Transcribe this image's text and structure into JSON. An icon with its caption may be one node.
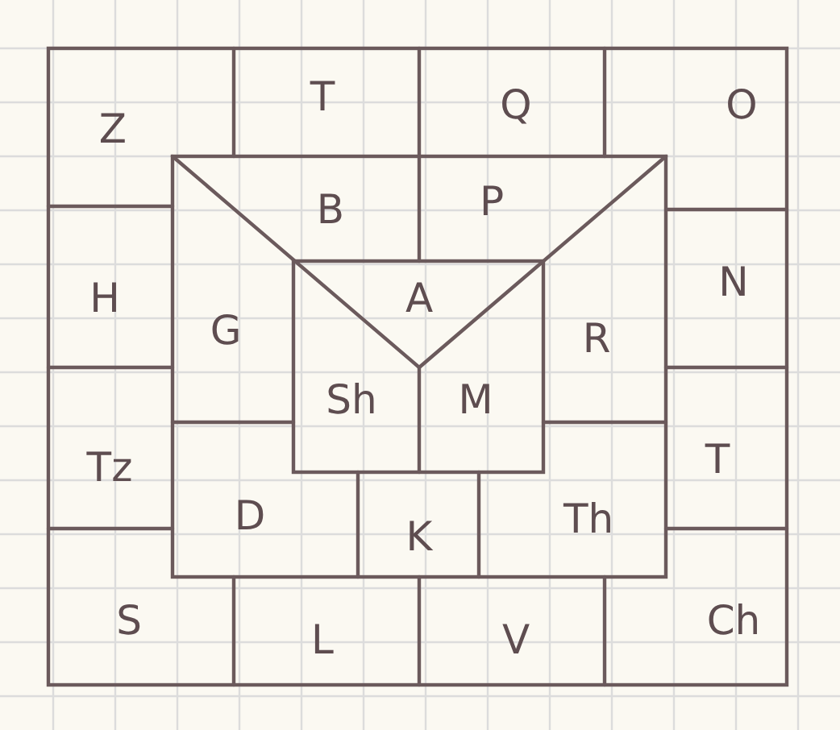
{
  "diagram": {
    "labels": [
      "Z",
      "T",
      "Q",
      "O",
      "B",
      "P",
      "H",
      "G",
      "A",
      "R",
      "N",
      "Sh",
      "M",
      "Tz",
      "T",
      "D",
      "K",
      "Th",
      "S",
      "L",
      "V",
      "Ch"
    ]
  }
}
